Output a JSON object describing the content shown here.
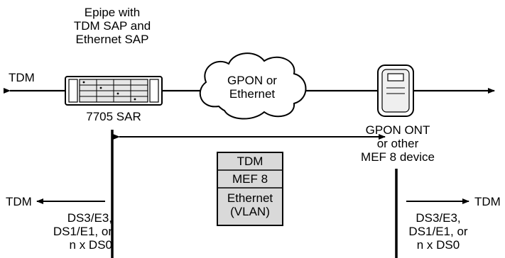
{
  "epipe_label": [
    "Epipe with",
    "TDM SAP and",
    "Ethernet SAP"
  ],
  "left_tdm_label": "TDM",
  "sar_label": "7705 SAR",
  "cloud_label": [
    "GPON or",
    "Ethernet"
  ],
  "ont_label": [
    "GPON ONT",
    "or other",
    "MEF 8 device"
  ],
  "stack": {
    "layers": [
      "TDM",
      "MEF 8"
    ],
    "bottom_layer": [
      "Ethernet",
      "(VLAN)"
    ],
    "fill_color": "#d9d9d9"
  },
  "lower_left": {
    "tdm": "TDM",
    "interfaces": [
      "DS3/E3,",
      "DS1/E1, or",
      "n x DS0"
    ]
  },
  "lower_right": {
    "tdm": "TDM",
    "interfaces": [
      "DS3/E3,",
      "DS1/E1, or",
      "n x DS0"
    ]
  }
}
